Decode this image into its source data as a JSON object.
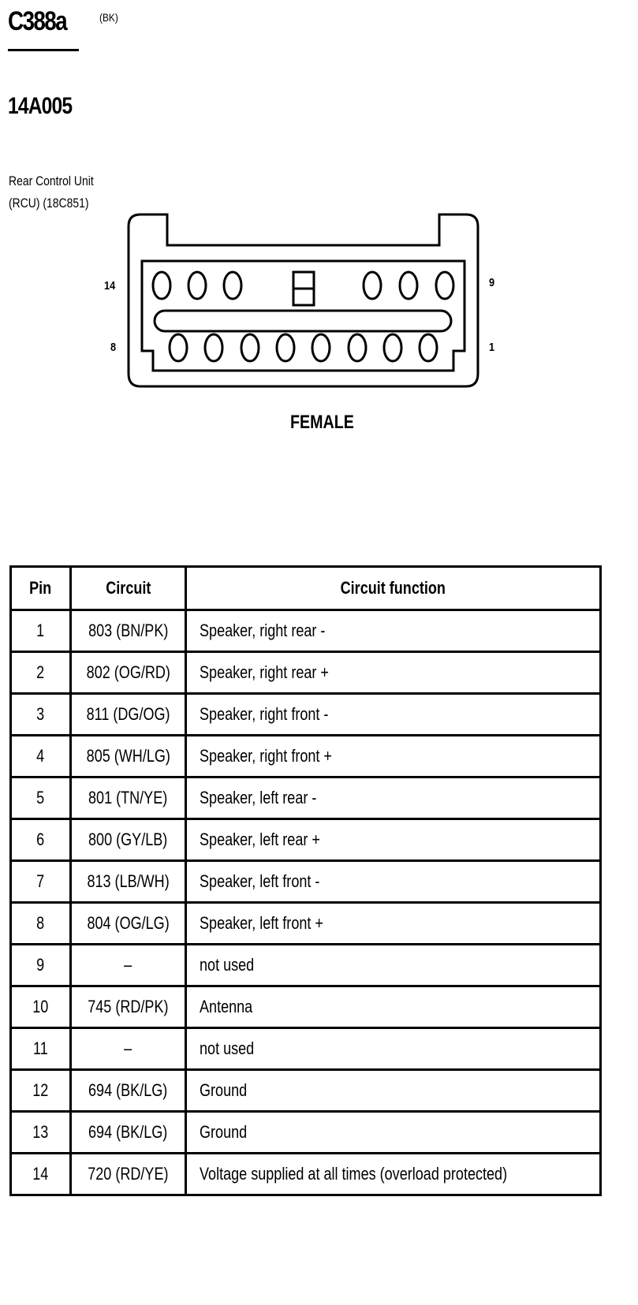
{
  "header": {
    "connector_id": "C388a",
    "connector_color": "(BK)",
    "part_number": "14A005",
    "component_line1": "Rear Control Unit",
    "component_line2": "(RCU) (18C851)"
  },
  "diagram": {
    "pin_labels": {
      "top_left": "14",
      "top_right": "9",
      "bottom_left": "8",
      "bottom_right": "1"
    },
    "view_label": "FEMALE"
  },
  "table": {
    "headers": {
      "pin": "Pin",
      "circuit": "Circuit",
      "function": "Circuit function"
    },
    "rows": [
      {
        "pin": "1",
        "circuit": "803 (BN/PK)",
        "function": "Speaker, right rear  -"
      },
      {
        "pin": "2",
        "circuit": "802 (OG/RD)",
        "function": "Speaker, right rear  +"
      },
      {
        "pin": "3",
        "circuit": "811 (DG/OG)",
        "function": "Speaker, right front  -"
      },
      {
        "pin": "4",
        "circuit": "805 (WH/LG)",
        "function": "Speaker, right front  +"
      },
      {
        "pin": "5",
        "circuit": "801 (TN/YE)",
        "function": "Speaker, left rear  -"
      },
      {
        "pin": "6",
        "circuit": "800 (GY/LB)",
        "function": "Speaker, left rear  +"
      },
      {
        "pin": "7",
        "circuit": "813 (LB/WH)",
        "function": "Speaker, left front  -"
      },
      {
        "pin": "8",
        "circuit": "804 (OG/LG)",
        "function": "Speaker, left front  +"
      },
      {
        "pin": "9",
        "circuit": "–",
        "function": "not used"
      },
      {
        "pin": "10",
        "circuit": "745 (RD/PK)",
        "function": "Antenna"
      },
      {
        "pin": "11",
        "circuit": "–",
        "function": "not used"
      },
      {
        "pin": "12",
        "circuit": "694 (BK/LG)",
        "function": "Ground"
      },
      {
        "pin": "13",
        "circuit": "694 (BK/LG)",
        "function": "Ground"
      },
      {
        "pin": "14",
        "circuit": "720 (RD/YE)",
        "function": "Voltage supplied at all times (overload protected)"
      }
    ]
  }
}
